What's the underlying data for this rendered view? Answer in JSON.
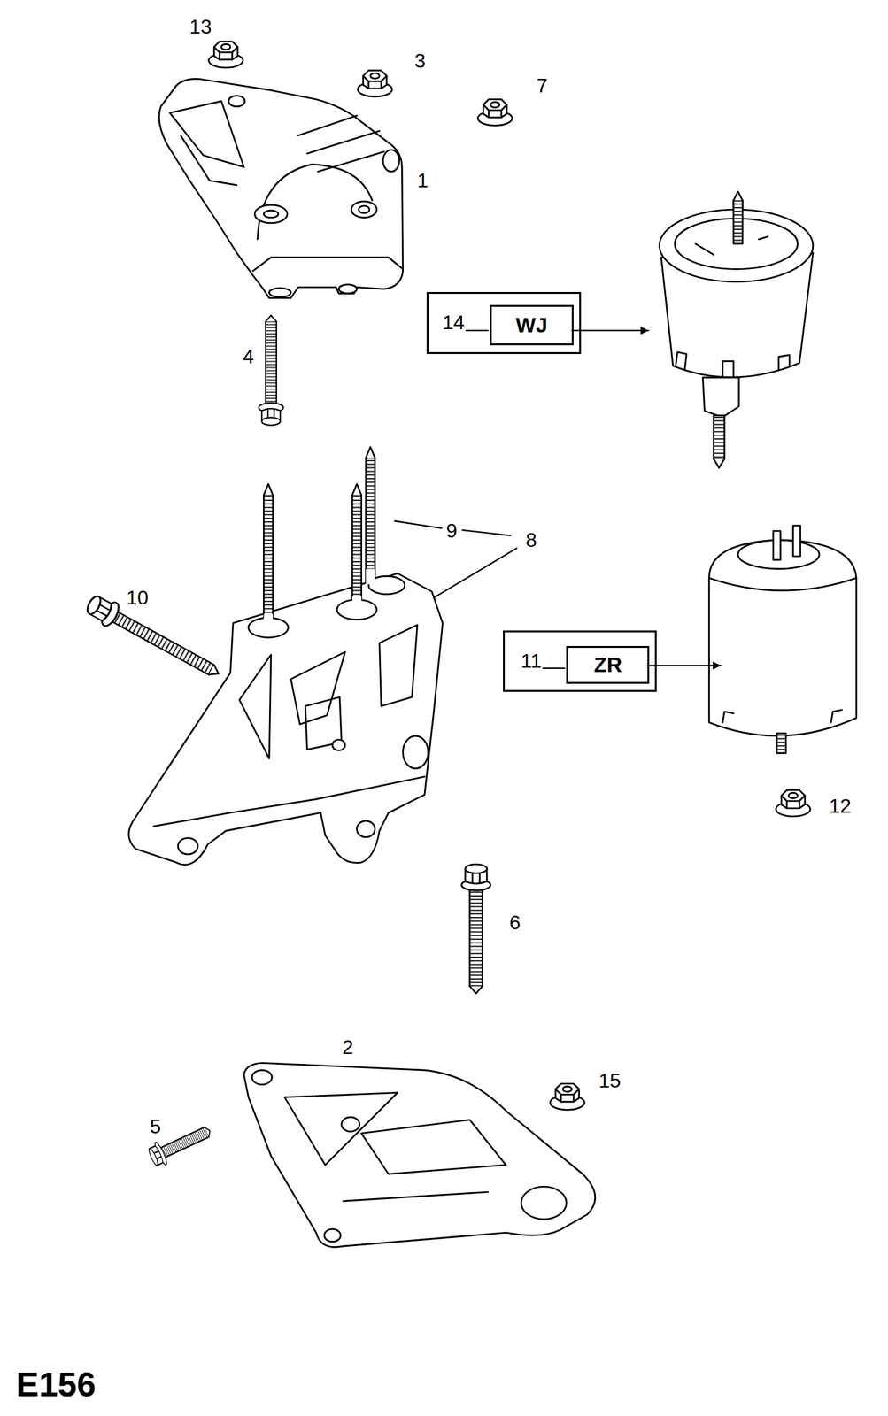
{
  "diagram": {
    "nodes": [
      {
        "text": [
          "14"
        ]
      },
      {
        "text": [
          "WJ"
        ],
        "in": 0
      },
      {
        "text": [
          "11"
        ]
      },
      {
        "text": [
          "ZR"
        ],
        "in": 2
      }
    ],
    "labels": [
      "13",
      "3",
      "7",
      "1",
      "4",
      "9",
      "8",
      "10",
      "12",
      "6",
      "2",
      "15",
      "5",
      "E156"
    ]
  }
}
